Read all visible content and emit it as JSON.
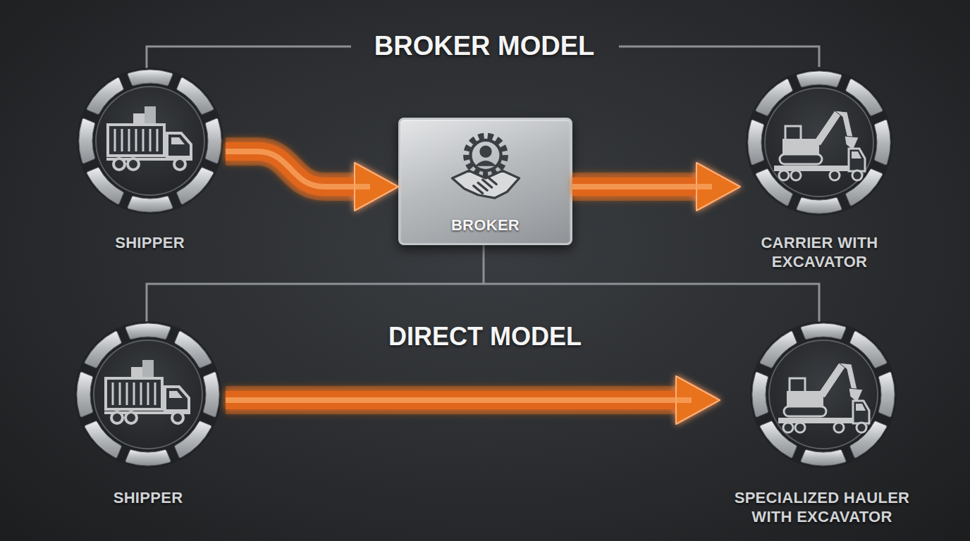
{
  "diagram": {
    "nodes": [
      {
        "text": [
          "SHIPPER"
        ]
      },
      {
        "text": [
          "BROKER"
        ]
      },
      {
        "text": [
          "CARRIER WITH EXCAVATOR"
        ]
      },
      {
        "text": [
          "SHIPPER"
        ]
      },
      {
        "text": [
          "SPECIALIZED HAULER WITH EXCAVATOR"
        ]
      }
    ],
    "edges": [
      {
        "from": 0,
        "to": 1,
        "arrow": "to"
      },
      {
        "from": 1,
        "to": 2,
        "arrow": "to"
      },
      {
        "from": 3,
        "to": 4,
        "arrow": "to"
      }
    ],
    "labels": [
      "BROKER MODEL",
      "DIRECT MODEL"
    ]
  }
}
